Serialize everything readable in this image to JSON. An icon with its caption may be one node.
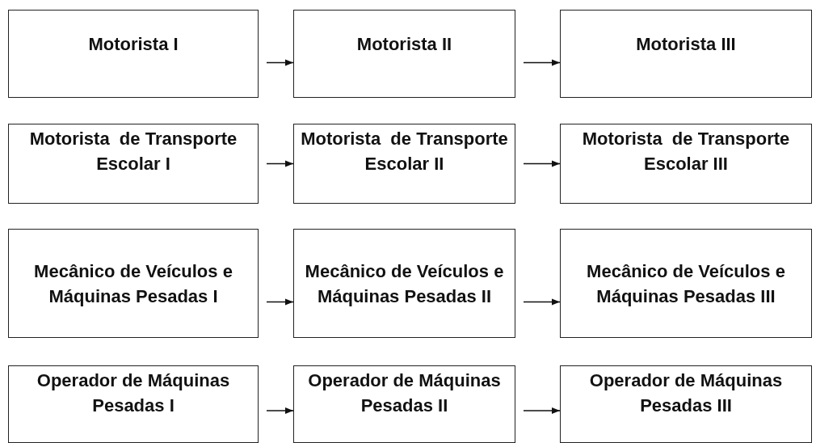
{
  "diagram": {
    "nodes": [
      {
        "text": [
          "Motorista I"
        ]
      },
      {
        "text": [
          "Motorista II"
        ]
      },
      {
        "text": [
          "Motorista III"
        ]
      },
      {
        "text": [
          "Motorista  de Transporte Escolar I"
        ]
      },
      {
        "text": [
          "Motorista  de Transporte Escolar II"
        ]
      },
      {
        "text": [
          "Motorista  de Transporte Escolar III"
        ]
      },
      {
        "text": [
          "Mecânico de Veículos e Máquinas Pesadas I"
        ]
      },
      {
        "text": [
          "Mecânico de Veículos e Máquinas Pesadas II"
        ]
      },
      {
        "text": [
          "Mecânico de Veículos e Máquinas Pesadas III"
        ]
      },
      {
        "text": [
          "Operador de Máquinas Pesadas I"
        ]
      },
      {
        "text": [
          "Operador de Máquinas Pesadas II"
        ]
      },
      {
        "text": [
          "Operador de Máquinas Pesadas III"
        ]
      }
    ],
    "edges": [
      {
        "from": 0,
        "to": 1,
        "arrow": "to"
      },
      {
        "from": 1,
        "to": 2,
        "arrow": "to"
      },
      {
        "from": 3,
        "to": 4,
        "arrow": "to"
      },
      {
        "from": 4,
        "to": 5,
        "arrow": "to"
      },
      {
        "from": 6,
        "to": 7,
        "arrow": "to"
      },
      {
        "from": 7,
        "to": 8,
        "arrow": "to"
      },
      {
        "from": 9,
        "to": 10,
        "arrow": "to"
      },
      {
        "from": 10,
        "to": 11,
        "arrow": "to"
      }
    ]
  }
}
